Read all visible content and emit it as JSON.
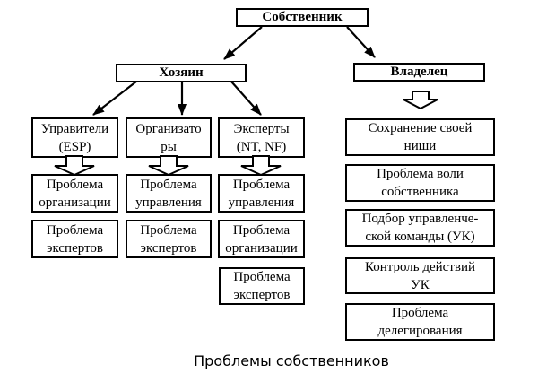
{
  "colors": {
    "ink": "#000000",
    "paper": "#ffffff"
  },
  "caption": "Проблемы собственников",
  "tree": {
    "owner": "Собственник",
    "hozyain": "Хозяин",
    "vladelec": "Владелец",
    "columns": [
      {
        "header": "Управители\n(ESP)",
        "items": [
          "Проблема\nорганизации",
          "Проблема\nэкспертов"
        ]
      },
      {
        "header": "Организато\nры",
        "items": [
          "Проблема\nуправления",
          "Проблема\nэкспертов"
        ]
      },
      {
        "header": "Эксперты\n(NT, NF)",
        "items": [
          "Проблема\nуправления",
          "Проблема\nорганизации",
          "Проблема\nэкспертов"
        ]
      }
    ],
    "vladelec_items": [
      "Сохранение своей\nниши",
      "Проблема воли\nсобственника",
      "Подбор управленче-\nской команды (УК)",
      "Контроль действий\nУК",
      "Проблема\nделегирования"
    ]
  }
}
